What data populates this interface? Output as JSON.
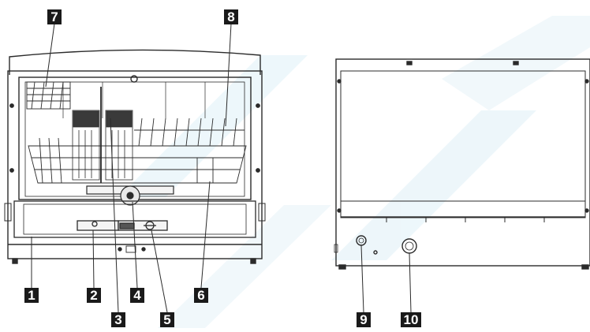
{
  "callouts": {
    "c1": "1",
    "c2": "2",
    "c3": "3",
    "c4": "4",
    "c5": "5",
    "c6": "6",
    "c7": "7",
    "c8": "8",
    "c9": "9",
    "c10": "10"
  },
  "colors": {
    "line": "#2b2b2b",
    "fill_light": "#f4f4f4",
    "watermark": "#cfe8f2",
    "label_bg": "#1a1a1a",
    "label_fg": "#ffffff"
  },
  "parts": {
    "left_view": "dishwasher-front-open-door",
    "right_view": "dishwasher-front-closed-door"
  }
}
